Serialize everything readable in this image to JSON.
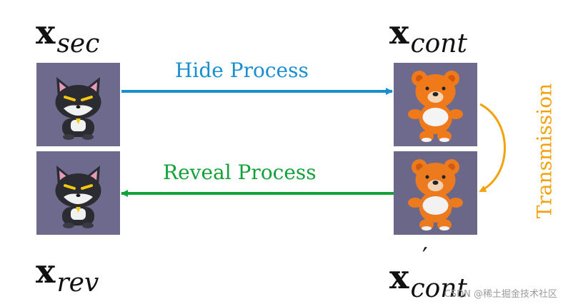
{
  "labels": {
    "secret": {
      "base": "x",
      "sub": "sec"
    },
    "container": {
      "base": "x",
      "sub": "cont"
    },
    "revealed": {
      "base": "x",
      "sub": "rev"
    },
    "container_received": {
      "base": "x",
      "sub": "cont",
      "prime": "′"
    }
  },
  "processes": {
    "hide": "Hide Process",
    "reveal": "Reveal Process",
    "transmission": "Transmission"
  },
  "colors": {
    "hide": "#1a8fd0",
    "reveal": "#13a13a",
    "transmission": "#f2a20c",
    "tile_bg": "#6e6a8e"
  },
  "icons": {
    "secret_image": "cat-icon",
    "revealed_image": "cat-icon",
    "container_image": "bear-icon",
    "container_received_image": "bear-icon"
  },
  "watermark": "CSDN @稀土掘金技术社区"
}
